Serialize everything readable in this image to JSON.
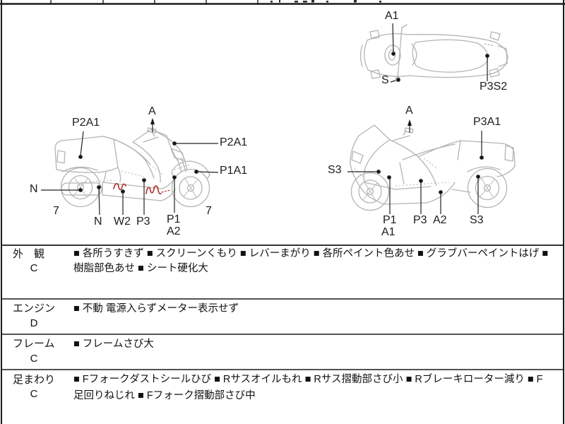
{
  "page": {
    "background": "#ffffff",
    "border_color": "#1a1a1a"
  },
  "colors": {
    "outline_gray": "#b4b4b4",
    "mark_red": "#b23a32",
    "dotted_green": "#b9c6b4",
    "label_text": "#1c1c1c"
  },
  "diagrams": {
    "top_view": {
      "a1": "A1",
      "s": "S",
      "p3s2": "P3S2"
    },
    "left_view": {
      "p2a1_left": "P2A1",
      "a": "A",
      "p2a1_right": "P2A1",
      "p1a1": "P1A1",
      "n_left": "N",
      "seven_left": "7",
      "seven_right": "7",
      "n_bottom": "N",
      "w2": "W2",
      "p3": "P3",
      "p1": "P1",
      "a2": "A2"
    },
    "right_view": {
      "a": "A",
      "p3a1": "P3A1",
      "s3_left": "S3",
      "p1": "P1",
      "a1": "A1",
      "p3": "P3",
      "a2": "A2",
      "s3_right": "S3"
    }
  },
  "condition_table": {
    "rows": [
      {
        "section": "外　観",
        "grade": "C",
        "lines": [
          "■ 各所うすきず ■ スクリーンくもり ■ レバーまがり ■ 各所ペイント色あせ ■ グラブバーペイントはげ ■",
          "樹脂部色あせ ■ シート硬化大"
        ]
      },
      {
        "section": "エンジン",
        "grade": "D",
        "lines": [
          "■ 不動 電源入らずメーター表示せず"
        ]
      },
      {
        "section": "フレーム",
        "grade": "C",
        "lines": [
          "■ フレームさび大"
        ]
      },
      {
        "section": "足まわり",
        "grade": "C",
        "lines": [
          "■ Fフォークダストシールひび ■ Rサスオイルもれ ■ Rサス摺動部さび小 ■ Rブレーキローター減り ■ F",
          "足回りねじれ ■ Fフォーク摺動部さび中"
        ]
      }
    ]
  }
}
